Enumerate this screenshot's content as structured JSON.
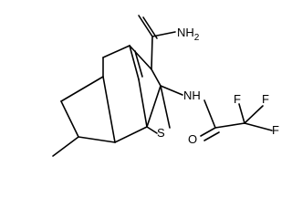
{
  "structure": {
    "atoms": {
      "amide_n": "NH",
      "amide_n_h": "2",
      "ring_s": "S",
      "anilide_n": "NH",
      "amide_o": "O",
      "f_top_left": "F",
      "f_top_right": "F",
      "f_right": "F"
    }
  },
  "colors": {
    "bond": "#000000",
    "label": "#000000",
    "background": "#ffffff"
  }
}
